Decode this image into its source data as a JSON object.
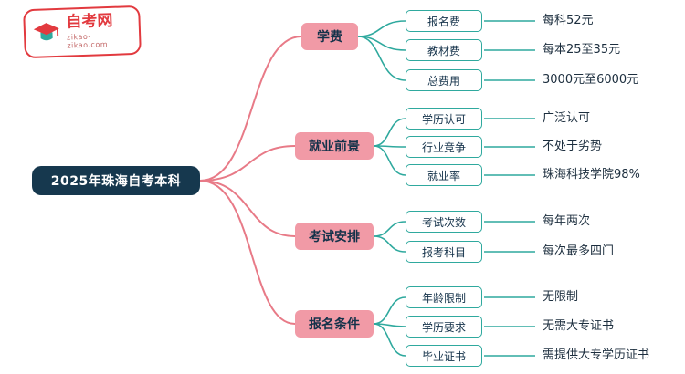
{
  "logo": {
    "site_name": "自考网",
    "site_url": "zikao-zikao.com",
    "icon": "graduation-cap-icon"
  },
  "root": {
    "label": "2025年珠海自考本科"
  },
  "branches": [
    {
      "label": "学费",
      "children": [
        {
          "label": "报名费",
          "value": "每科52元"
        },
        {
          "label": "教材费",
          "value": "每本25至35元"
        },
        {
          "label": "总费用",
          "value": "3000元至6000元"
        }
      ]
    },
    {
      "label": "就业前景",
      "children": [
        {
          "label": "学历认可",
          "value": "广泛认可"
        },
        {
          "label": "行业竞争",
          "value": "不处于劣势"
        },
        {
          "label": "就业率",
          "value": "珠海科技学院98%"
        }
      ]
    },
    {
      "label": "考试安排",
      "children": [
        {
          "label": "考试次数",
          "value": "每年两次"
        },
        {
          "label": "报考科目",
          "value": "每次最多四门"
        }
      ]
    },
    {
      "label": "报名条件",
      "children": [
        {
          "label": "年龄限制",
          "value": "无限制"
        },
        {
          "label": "学历要求",
          "value": "无需大专证书"
        },
        {
          "label": "毕业证书",
          "value": "需提供大专学历证书"
        }
      ]
    }
  ],
  "colors": {
    "node_dark": "#16384e",
    "accent_pink": "#f19aa6",
    "line_pink": "#e87a87",
    "accent_teal": "#2fa99e",
    "logo_red": "#e23a3f"
  }
}
